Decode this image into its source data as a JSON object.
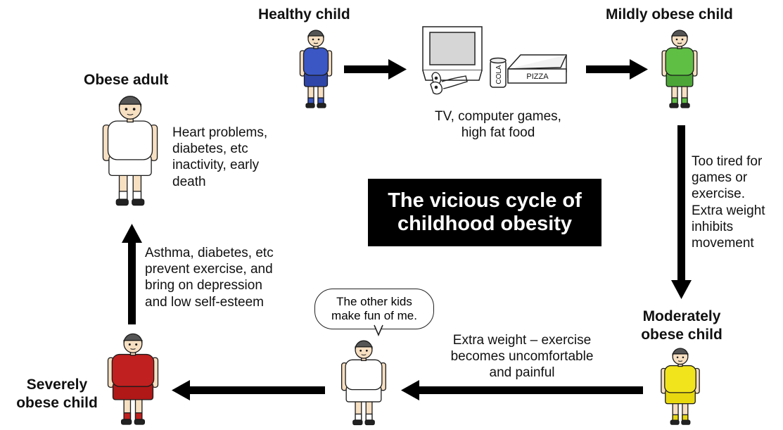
{
  "banner": {
    "line1": "The vicious cycle of",
    "line2": "childhood obesity"
  },
  "stages": {
    "healthy": {
      "title": "Healthy child",
      "shirt": "#3b57c4",
      "shorts": "#2f46a8",
      "sock": "#3b57c4"
    },
    "mild": {
      "title": "Mildly obese child",
      "shirt": "#5fbf45",
      "shorts": "#4ca637",
      "sock": "#5fbf45"
    },
    "moderate": {
      "title_line1": "Moderately",
      "title_line2": "obese child",
      "shirt": "#f2e41c",
      "shorts": "#e8d810",
      "sock": "#e8d810"
    },
    "teased": {
      "shirt": "#ffffff",
      "shorts": "#ffffff",
      "sock": "#ffffff"
    },
    "severe": {
      "title_line1": "Severely",
      "title_line2": "obese child",
      "shirt": "#c0201f",
      "shorts": "#b01818",
      "sock": "#c0201f"
    },
    "adult": {
      "title": "Obese adult",
      "shirt": "#ffffff",
      "shorts": "#ffffff",
      "sock": "#ffffff"
    }
  },
  "notes": {
    "tv_games": {
      "line1": "TV, computer games,",
      "line2": "high fat food"
    },
    "too_tired": {
      "l1": "Too tired for",
      "l2": "games or",
      "l3": "exercise.",
      "l4": "Extra weight",
      "l5": "inhibits",
      "l6": "movement"
    },
    "extra_weight": {
      "l1": "Extra weight – exercise",
      "l2": "becomes uncomfortable",
      "l3": "and painful"
    },
    "asthma": {
      "l1": "Asthma, diabetes, etc",
      "l2": "prevent exercise, and",
      "l3": "bring on depression",
      "l4": "and low self-esteem"
    },
    "heart": {
      "l1": "Heart problems,",
      "l2": "diabetes, etc",
      "l3": "inactivity, early",
      "l4": "death"
    }
  },
  "speech": {
    "line1": "The other kids",
    "line2": "make fun of me."
  },
  "props": {
    "cola_label": "COLA",
    "pizza_label": "PIZZA"
  },
  "colors": {
    "skin": "#f7dfc2",
    "hair": "#555555",
    "outline": "#1a1a1a",
    "arrow": "#000000"
  },
  "icons": [
    "television-icon",
    "game-controller-icon",
    "cola-can-icon",
    "pizza-box-icon"
  ]
}
